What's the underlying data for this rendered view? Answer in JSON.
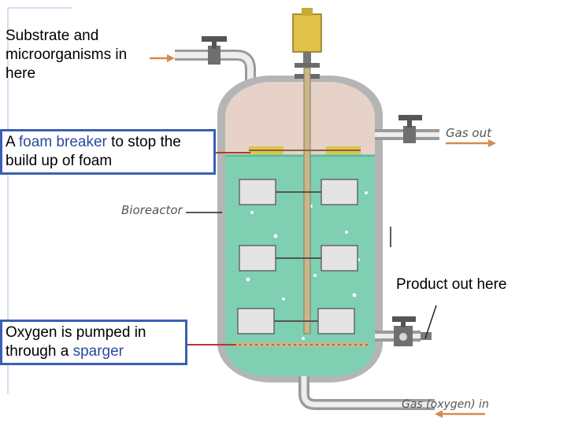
{
  "labels": {
    "substrate": "Substrate and microorganisms in here",
    "foam_pre": "A ",
    "foam_hl": "foam breaker",
    "foam_post": " to stop the build up of foam",
    "bioreactor": "Bioreactor",
    "gas_out": "Gas out",
    "product": "Product out here",
    "oxygen_pre": "Oxygen is pumped in through a ",
    "oxygen_hl": "sparger",
    "gas_in": "Gas (oxygen) in"
  },
  "colors": {
    "liquid": "#7fcfb2",
    "vessel_wall": "#8c8c8c",
    "headspace": "#e6d2c8",
    "motor": "#e0c24a",
    "arrow": "#d9894a",
    "box_border": "#3a5fb5",
    "leader": "#b23a2a"
  }
}
